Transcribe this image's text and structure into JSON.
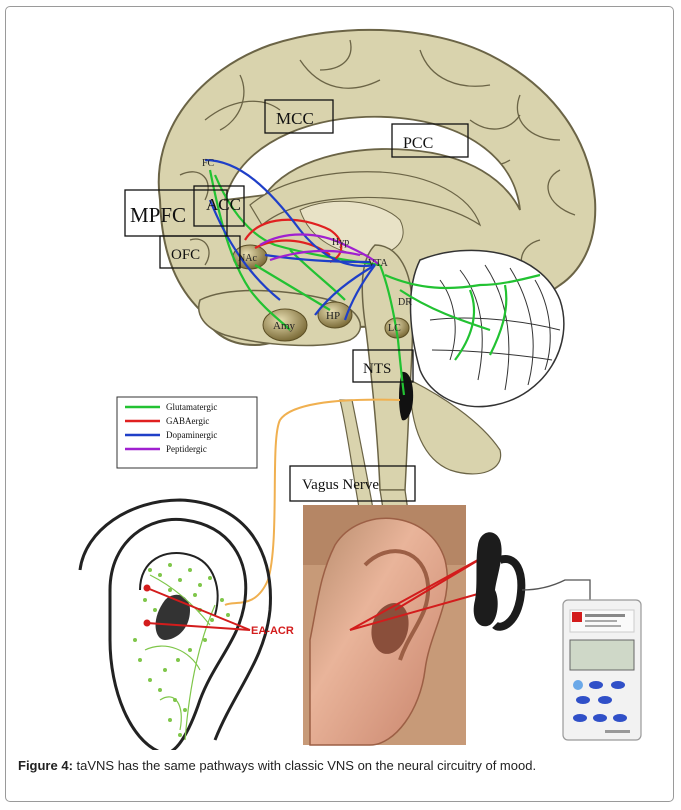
{
  "figure": {
    "labels": {
      "mcc": "MCC",
      "pcc": "PCC",
      "fc": "FC",
      "mpfc": "MPFC",
      "acc": "ACC",
      "ofc": "OFC",
      "nac": "NAc",
      "hyp": "Hyp",
      "vta": "VTA",
      "dr": "DR",
      "lc": "LC",
      "amy": "Amy",
      "hp": "HP",
      "nts": "NTS",
      "vagus": "Vagus Nerve",
      "ea_acr": "EA-ACR"
    },
    "legend": [
      {
        "label": "Glutamatergic",
        "color": "#22c232"
      },
      {
        "label": "GABAergic",
        "color": "#e02020"
      },
      {
        "label": "Dopaminergic",
        "color": "#1f3fc8"
      },
      {
        "label": "Peptidergic",
        "color": "#a020d0"
      }
    ],
    "colors": {
      "brain_fill": "#d9d3ad",
      "brain_stroke": "#6b6446",
      "nerve": "#f0b050",
      "ea_line": "#d31c1c",
      "skin": "#e5a487"
    }
  },
  "caption": {
    "label": "Figure 4:",
    "text": " taVNS has the same pathways with classic VNS on the neural circuitry of mood."
  }
}
